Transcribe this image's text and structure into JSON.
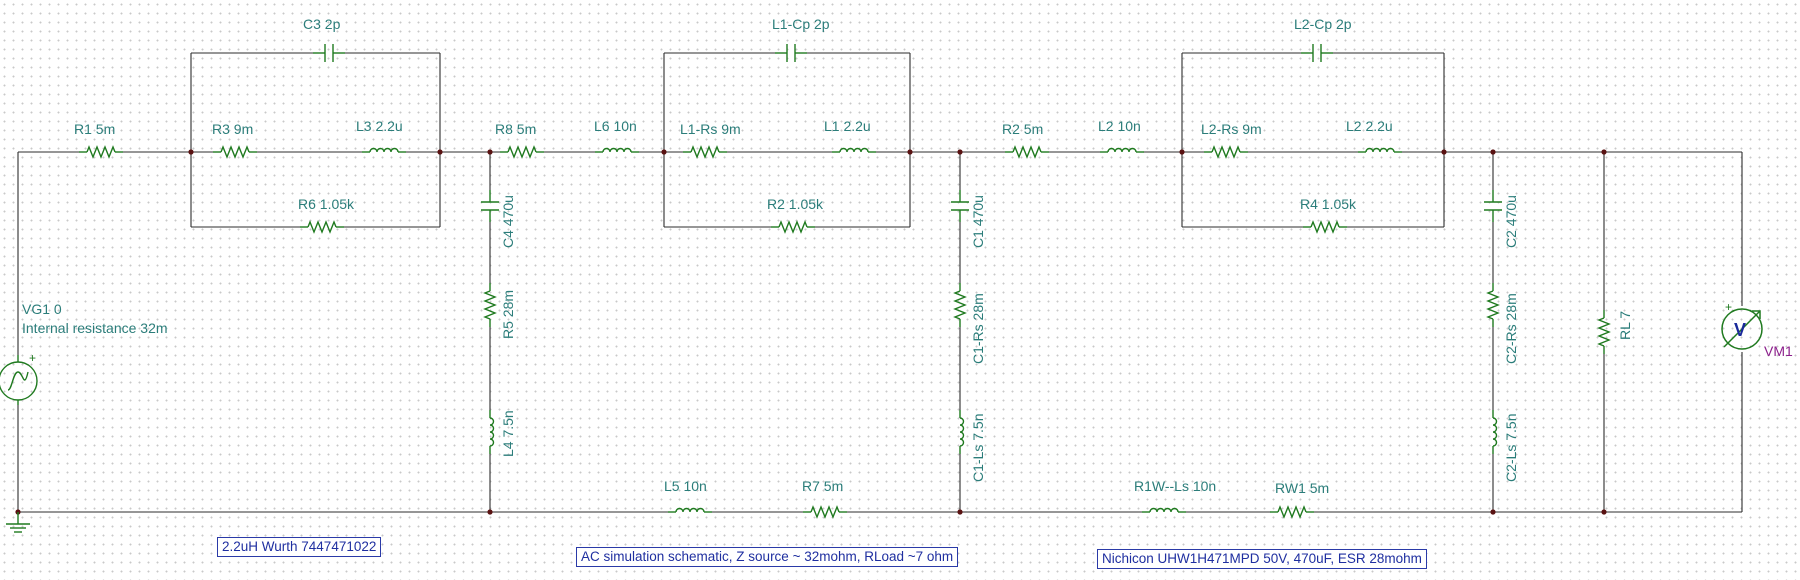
{
  "components": {
    "R1": "R1 5m",
    "C3": "C3 2p",
    "R3": "R3 9m",
    "L3": "L3 2.2u",
    "R6": "R6 1.05k",
    "R8": "R8 5m",
    "L6": "L6 10n",
    "C4": "C4 470u",
    "R5": "R5 28m",
    "L4": "L4 7.5n",
    "L1Cp": "L1-Cp 2p",
    "L1Rs": "L1-Rs 9m",
    "L1": "L1 2.2u",
    "R2a": "R2 1.05k",
    "C1": "C1 470u",
    "C1Rs": "C1-Rs 28m",
    "C1Ls": "C1-Ls 7.5n",
    "R2b": "R2 5m",
    "L2a": "L2 10n",
    "L2Cp": "L2-Cp 2p",
    "L2Rs": "L2-Rs 9m",
    "L2b": "L2 2.2u",
    "R4": "R4 1.05k",
    "C2": "C2 470u",
    "C2Rs": "C2-Rs 28m",
    "C2Ls": "C2-Ls 7.5n",
    "RL": "RL 7",
    "VM1": "VM1",
    "VG1": "VG1 0",
    "VG1_note": "Internal resistance 32m",
    "L5": "L5 10n",
    "R7": "R7 5m",
    "R1WLs": "R1W--Ls 10n",
    "RW1": "RW1 5m"
  },
  "notes": {
    "inductor": "2.2uH Wurth 7447471022",
    "sim": "AC simulation schematic, Z source ~ 32mohm, RLoad ~7 ohm",
    "cap": "Nichicon UHW1H471MPD 50V, 470uF, ESR 28mohm"
  },
  "colors": {
    "wire": "#2e2e2e",
    "component": "#1f7a1f",
    "label": "#2b7d7a",
    "note_text": "#1f2fa0",
    "meter_label": "#8b1f8b"
  }
}
